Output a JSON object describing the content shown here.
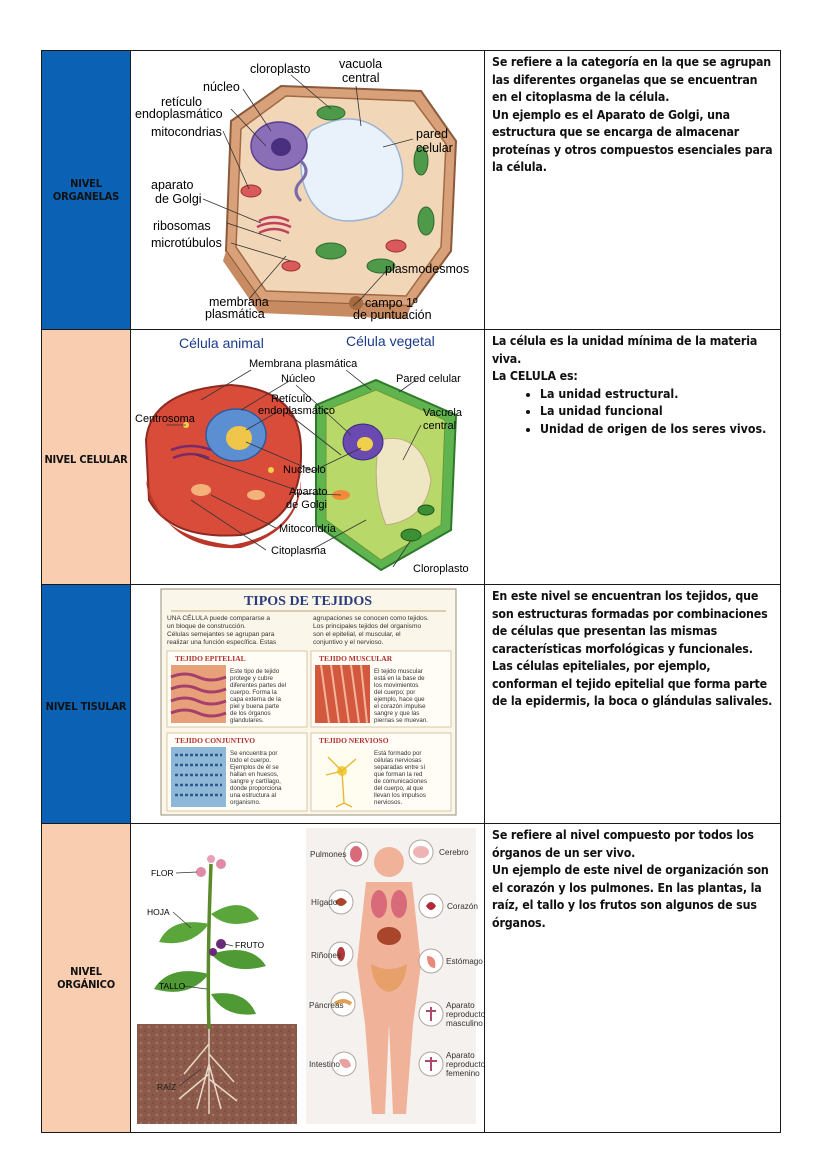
{
  "rows": [
    {
      "label": "NIVEL ORGANELAS",
      "label_lines": [
        "NIVEL",
        "ORGANELAS"
      ],
      "image_labels": {
        "cloroplasto": "cloroplasto",
        "vacuola": "vacuola",
        "central": "central",
        "nucleo": "núcleo",
        "reticulo1": "retículo",
        "reticulo2": "endoplasmático",
        "mitocondrias": "mitocondrias",
        "pared1": "pared",
        "pared2": "celular",
        "golgi1": "aparato",
        "golgi2": "de Golgi",
        "ribosomas": "ribosomas",
        "microtubulos": "microtúbulos",
        "plasmodesmos": "plasmodesmos",
        "membrana1": "membrana",
        "membrana2": "plasmática",
        "campo1": "campo 1º",
        "campo2": "de puntuación"
      },
      "description": [
        "Se refiere a la categoría en la que se agrupan las diferentes organelas que se encuentran en el citoplasma de la célula.",
        "Un ejemplo es el Aparato de Golgi, una estructura que se encarga de almacenar proteínas y otros compuestos esenciales para la célula."
      ]
    },
    {
      "label": "NIVEL CELULAR",
      "image_labels": {
        "animal": "Célula animal",
        "vegetal": "Célula vegetal",
        "membrana": "Membrana plasmática",
        "nucleo": "Núcleo",
        "pared": "Pared celular",
        "reticulo1": "Retículo",
        "reticulo2": "endoplasmático",
        "centrosoma": "Centrosoma",
        "vacuola1": "Vacuola",
        "vacuola2": "central",
        "nucleolo": "Nucleolo",
        "golgi1": "Aparato",
        "golgi2": "de Golgi",
        "mitocondria": "Mitocondria",
        "citoplasma": "Citoplasma",
        "cloroplasto": "Cloroplasto"
      },
      "description_intro": [
        "La célula es la unidad mínima de la materia viva.",
        "La CELULA es:"
      ],
      "bullets": [
        "La unidad estructural.",
        "La unidad funcional",
        "Unidad de origen de los seres vivos."
      ]
    },
    {
      "label": "NIVEL TISULAR",
      "image_labels": {
        "title": "TIPOS DE TEJIDOS",
        "intro_left": [
          "UNA CÉLULA puede compararse a",
          "un bloque de construcción.",
          "Células semejantes se agrupan para",
          "realizar una función específica. Estas"
        ],
        "intro_right": [
          "agrupaciones se conocen como tejidos.",
          "Los principales tejidos del organismo",
          "son el epitelial, el muscular, el",
          "conjuntivo y el nervioso."
        ],
        "epitelial": "TEJIDO EPITELIAL",
        "epitelial_text": [
          "Este tipo de tejido",
          "protege y cubre",
          "diferentes partes del",
          "cuerpo. Forma la",
          "capa externa de la",
          "piel y buena parte",
          "de los órganos",
          "glandulares."
        ],
        "muscular": "TEJIDO MUSCULAR",
        "muscular_text": [
          "El tejido muscular",
          "está en la base de",
          "los movimientos",
          "del cuerpo; por",
          "ejemplo, hace que",
          "el corazón impulse",
          "sangre y que las",
          "piernas se muevan."
        ],
        "conjuntivo": "TEJIDO CONJUNTIVO",
        "conjuntivo_text": [
          "Se encuentra por",
          "todo el cuerpo.",
          "Ejemplos de él se",
          "hallan en huesos,",
          "sangre y cartílago,",
          "donde proporciona",
          "una estructura al",
          "organismo."
        ],
        "nervioso": "TEJIDO NERVIOSO",
        "nervioso_text": [
          "Está formado por",
          "células nerviosas",
          "separadas entre sí",
          "que forman la red",
          "de comunicaciones",
          "del cuerpo, al que",
          "llevan los impulsos",
          "nerviosos."
        ]
      },
      "description": [
        "En este nivel se encuentran los tejidos, que son estructuras formadas por combinaciones de células que presentan las mismas características morfológicas y funcionales.",
        "Las células epiteliales, por ejemplo, conforman el tejido epitelial que forma parte de la epidermis, la boca o glándulas salivales."
      ]
    },
    {
      "label": "NIVEL ORGÁNICO",
      "label_lines": [
        "NIVEL",
        "ORGÁNICO"
      ],
      "image_labels": {
        "flor": "FLOR",
        "hoja": "HOJA",
        "fruto": "FRUTO",
        "tallo": "TALLO",
        "raiz": "RAÍZ",
        "pulmones": "Pulmones",
        "cerebro": "Cerebro",
        "higado": "Hígado",
        "corazon": "Corazón",
        "rinones": "Riñones",
        "estomago": "Estómago",
        "pancreas": "Páncreas",
        "masc1": "Aparato",
        "masc2": "reproductor",
        "masc3": "masculino",
        "intestino": "Intestino",
        "fem1": "Aparato",
        "fem2": "reproductor",
        "fem3": "femenino"
      },
      "description": [
        "Se refiere al nivel compuesto por todos los órganos de un ser vivo.",
        "Un ejemplo de este nivel de organización son el corazón y los pulmones. En las plantas, la raíz, el tallo y los frutos son algunos de sus órganos."
      ]
    }
  ],
  "colors": {
    "blue": "#0b62b5",
    "peach": "#f9cdb0",
    "border": "#1a1a1a"
  }
}
